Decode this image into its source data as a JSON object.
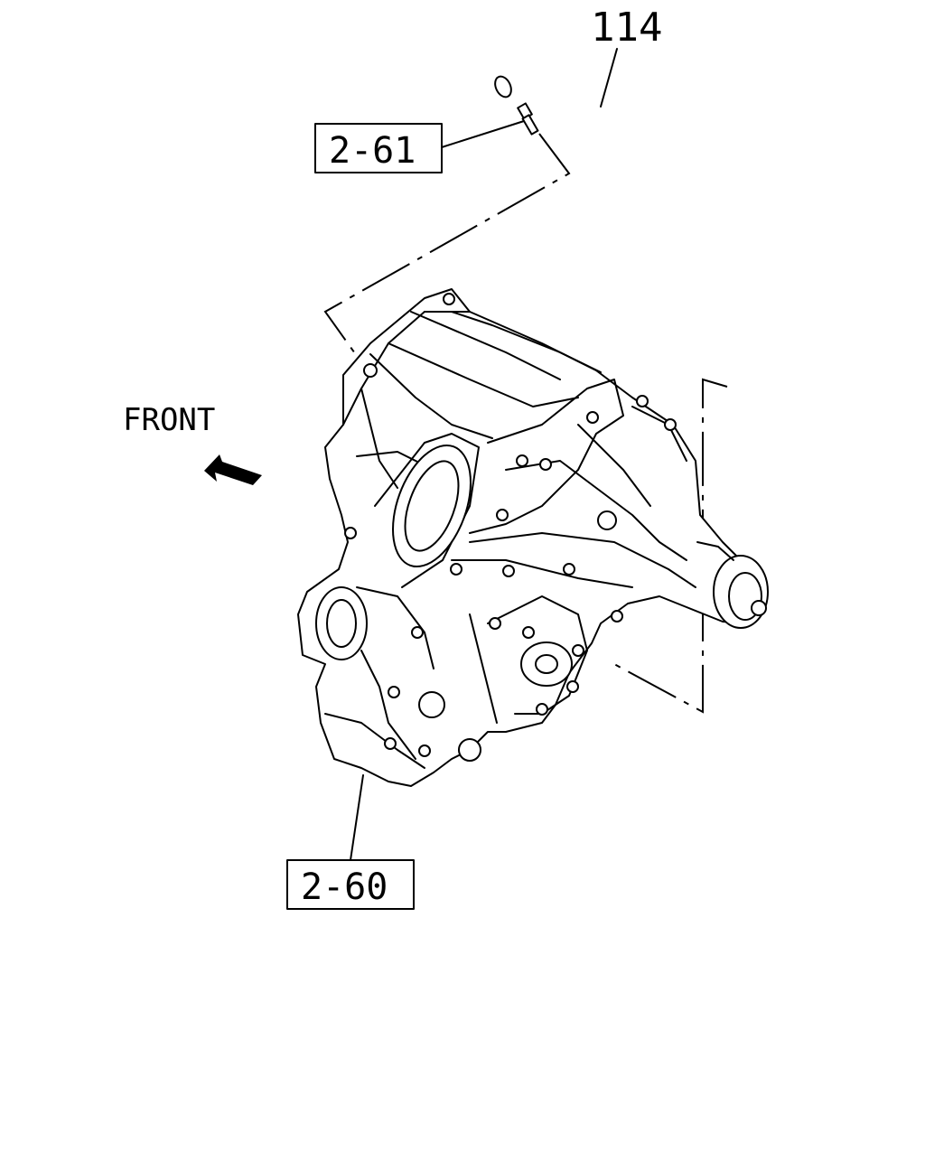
{
  "labels": {
    "part_114": "114",
    "ref_2_61": "2-61",
    "ref_2_60": "2-60",
    "front": "FRONT"
  },
  "icons": {
    "direction_arrow": "front-arrow-icon"
  }
}
